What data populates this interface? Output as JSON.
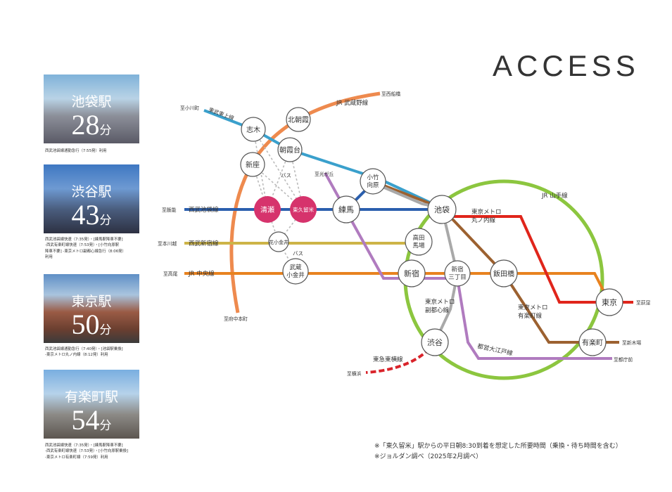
{
  "title": "ACCESS",
  "routes": [
    {
      "station": "池袋駅",
      "minutes": "28",
      "unit": "分",
      "lines": [
        "西武池袋線通勤急行（7:55発）利用"
      ]
    },
    {
      "station": "渋谷駅",
      "minutes": "43",
      "unit": "分",
      "lines": [
        "西武池袋線快速（7:35発）・[練馬駅降車不要]",
        "-西武有楽町線快速（7:53発）・[小竹向原駅",
        "降車不要] -東京メトロ副都心線急行（8:06発）",
        "利用"
      ]
    },
    {
      "station": "東京駅",
      "minutes": "50",
      "unit": "分",
      "lines": [
        "西武池袋線通勤急行（7:40発）・[池袋駅乗換]",
        "-東京メトロ丸ノ内線（8:12発）利用"
      ]
    },
    {
      "station": "有楽町駅",
      "minutes": "54",
      "unit": "分",
      "lines": [
        "西武池袋線快速（7:35発）・[練馬駅降車不要]",
        "-西武有楽町線快速（7:53発）・[小竹向原駅乗換]",
        "-東京メトロ有楽町線（7:59発）利用"
      ]
    }
  ],
  "footnotes": [
    "※「東久留米」駅からの平日朝8:30到着を想定した所要時間（乗換・待ち時間を含む）",
    "※ジョルダン調べ（2025年2月調べ）"
  ],
  "colors": {
    "jr_musashino": "#ee8a4e",
    "tobu_tojo": "#3aa0cc",
    "seibu_ikebukuro": "#2b5fae",
    "seibu_yurakucho": "#a9a9a9",
    "seibu_shinjuku": "#cdb447",
    "jr_chuo": "#e8821f",
    "jr_yamanote": "#8cc63f",
    "marunouchi": "#e0251b",
    "yurakucho_line": "#9c6130",
    "fukutoshin": "#a9a9a9",
    "oedo": "#b07bbf",
    "tokyu_toyoko": "#d9232a",
    "home_station": "#d6336c"
  },
  "map": {
    "stations": {
      "kiyose": "清瀬",
      "higashikurume": "東久留米",
      "shiki": "志木",
      "kitaasaka": "北朝霞",
      "asakadai": "朝霞台",
      "niiza": "新座",
      "nerima": "練馬",
      "kotake": "小竹\n向原",
      "ikebukuro": "池袋",
      "takadanobaba": "高田\n馬場",
      "hanakoganei": "花小金井",
      "musashikoganei": "武蔵\n小金井",
      "shinjuku": "新宿",
      "shinjuku3": "新宿\n三丁目",
      "iidabashi": "飯田橋",
      "tokyo": "東京",
      "yurakucho": "有楽町",
      "shibuya": "渋谷"
    },
    "labels": {
      "jr_musashino": "JR 武蔵野線",
      "tobu_tojo": "東武東上線",
      "seibu_ikebukuro": "西武池袋線",
      "seibu_shinjuku": "西武新宿線",
      "jr_chuo": "JR 中央線",
      "jr_yamanote": "JR 山手線",
      "marunouchi": "東京メトロ\n丸ノ内線",
      "yurakucho_line": "東京メトロ\n有楽町線",
      "fukutoshin": "東京メトロ\n副都心線",
      "oedo": "都営大江戸線",
      "tokyu_toyoko": "東急東横線",
      "bus1": "バス",
      "bus2": "バス"
    },
    "termini": {
      "minamifunabashi": "至西船橋",
      "ogawamachi": "至小川町",
      "hanno": "至飯能",
      "honkawagoe": "至本川越",
      "takao": "至高尾",
      "fuchuhonmachi": "至府中本町",
      "hikarigaoka": "至光が丘",
      "ogikubo": "至荻窪",
      "shinkiba": "至新木場",
      "tochomae": "至都庁前",
      "yokohama": "至横浜"
    }
  }
}
